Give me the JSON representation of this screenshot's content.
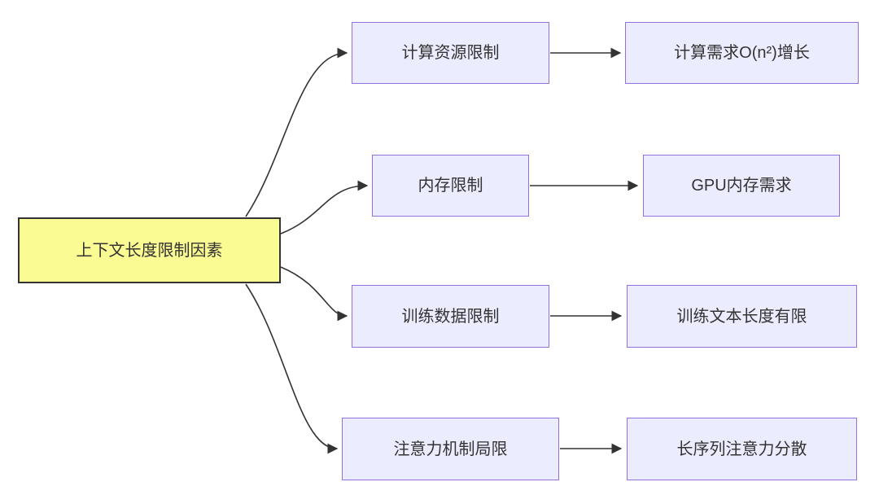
{
  "diagram": {
    "type": "flowchart",
    "direction": "left-to-right",
    "root": {
      "label": "上下文长度限制因素"
    },
    "branches": [
      {
        "cause": "计算资源限制",
        "effect": "计算需求O(n²)增长"
      },
      {
        "cause": "内存限制",
        "effect": "GPU内存需求"
      },
      {
        "cause": "训练数据限制",
        "effect": "训练文本长度有限"
      },
      {
        "cause": "注意力机制局限",
        "effect": "长序列注意力分散"
      }
    ],
    "colors": {
      "root_fill": "#FBFB94",
      "root_border": "#333333",
      "node_fill": "#ECECFF",
      "node_border": "#9370DB",
      "arrow": "#333333",
      "text": "#333333"
    }
  }
}
